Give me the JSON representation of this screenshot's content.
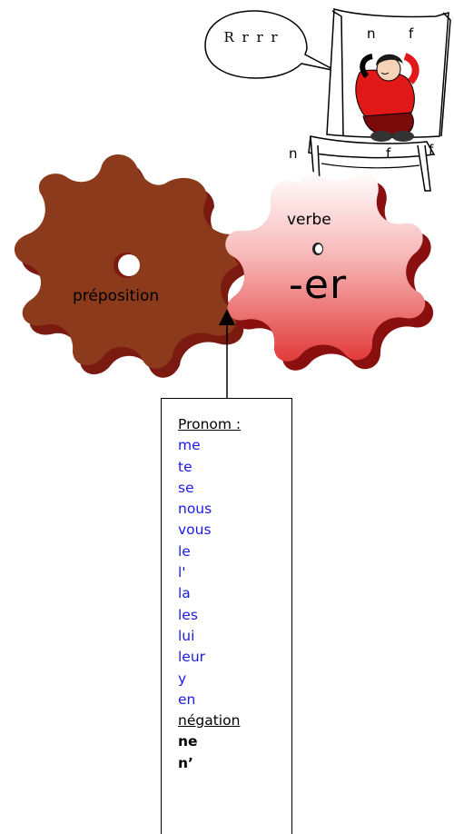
{
  "speech_bubble": {
    "text": "R r r r"
  },
  "chair": {
    "letters": [
      "n",
      "f",
      "n",
      "f",
      "f"
    ]
  },
  "gears": {
    "left": {
      "label": "préposition",
      "color": "#8b3a1c"
    },
    "right": {
      "label": "verbe",
      "ending": "-er",
      "color": "#f4a6a6"
    }
  },
  "pronoun_box": {
    "heading": "Pronom :",
    "pronouns": [
      "me",
      "te",
      "se",
      "nous",
      "vous",
      "le",
      "l'",
      "la",
      "les",
      "lui",
      "leur",
      "y",
      "en"
    ],
    "negation_heading": "négation",
    "negations": [
      "ne",
      "n’"
    ]
  },
  "colors": {
    "pronoun_text": "#1a1ae6",
    "gear_brown": "#8b3a1c",
    "gear_pink": "#f4a6a6",
    "gear_shadow": "#8a1010"
  }
}
